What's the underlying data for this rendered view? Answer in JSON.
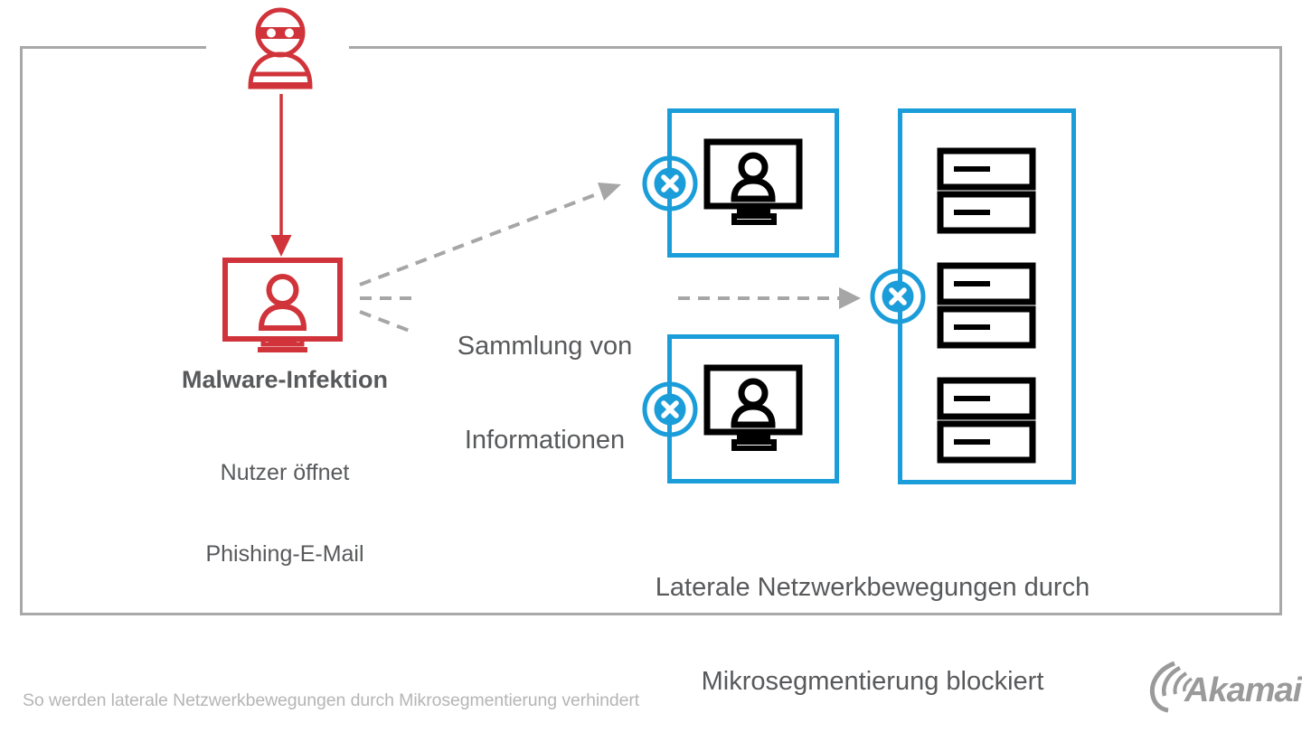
{
  "diagram": {
    "caption": "So werden laterale Netzwerkbewegungen durch Mikrosegmentierung verhindert",
    "brand": "Akamai",
    "colors": {
      "attacker_red": "#d0343a",
      "blocked_blue": "#1b9dd9",
      "frame_gray": "#a8a8a8",
      "arrow_gray": "#a6a6a6",
      "text_gray": "#58595b",
      "caption_gray": "#b5b5b5",
      "device_black": "#000000"
    },
    "nodes": {
      "attacker": {
        "icon": "hacker-icon",
        "label": ""
      },
      "infected_host": {
        "icon": "desktop-user-icon",
        "title": "Malware-Infektion",
        "subtitle_line1": "Nutzer öffnet",
        "subtitle_line2": "Phishing-E-Mail"
      },
      "segment_top": {
        "icon": "desktop-user-icon",
        "blocked_icon": "blocked-x-icon"
      },
      "segment_bottom": {
        "icon": "desktop-user-icon",
        "blocked_icon": "blocked-x-icon"
      },
      "segment_servers": {
        "icon": "server-rack-icon",
        "blocked_icon": "blocked-x-icon",
        "rack_units": 6
      }
    },
    "edges": {
      "infection": {
        "style": "solid",
        "color": "#d0343a",
        "from": "attacker",
        "to": "infected_host"
      },
      "recon_up": {
        "style": "dashed",
        "color": "#a6a6a6",
        "from": "infected_host",
        "to": "segment_top"
      },
      "recon_mid": {
        "style": "dashed",
        "color": "#a6a6a6",
        "from": "infected_host",
        "to": "segment_servers"
      },
      "recon_down": {
        "style": "dashed",
        "color": "#a6a6a6",
        "from": "infected_host",
        "to": "segment_bottom"
      }
    },
    "labels": {
      "recon_line1": "Sammlung von",
      "recon_line2": "Informationen",
      "blocked_line1": "Laterale Netzwerkbewegungen durch",
      "blocked_line2": "Mikrosegmentierung blockiert"
    }
  }
}
